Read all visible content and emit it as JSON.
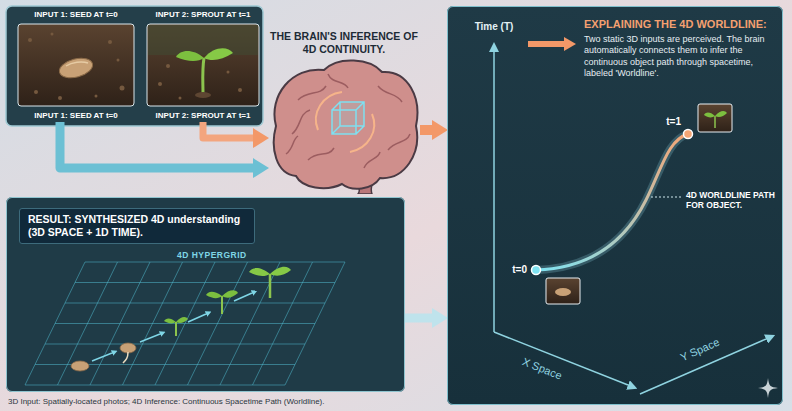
{
  "diagram": {
    "caption": "3D Input: Spatially-located photos; 4D Inference: Continuous Spacetime Path (Worldline).",
    "nodes": [
      {
        "text": [
          "INPUT 1: SEED AT t=0",
          "INPUT 1: SEED AT t=0"
        ]
      },
      {
        "text": [
          "INPUT 2: SPROUT AT t=1",
          "INPUT 2: SPROUT AT t=1"
        ]
      },
      {
        "text": [
          "THE BRAIN'S INFERENCE OF 4D CONTINUITY."
        ]
      },
      {
        "text": [
          "RESULT: SYNTHESIZED 4D understanding (3D SPACE + 1D TIME).",
          "4D HYPERGRID"
        ]
      },
      {
        "text": [
          "EXPLAINING THE 4D WORLDLINE:",
          "Two static 3D inputs are perceived. The brain automatically connects them to infer the continuous object path through spacetime, labeled 'Worldline'."
        ]
      }
    ],
    "edges": [
      {
        "from": 0,
        "to": 2,
        "arrow": "to"
      },
      {
        "from": 1,
        "to": 2,
        "arrow": "to"
      },
      {
        "from": 2,
        "to": 4,
        "arrow": "to"
      },
      {
        "from": 3,
        "to": 4,
        "arrow": "to"
      }
    ],
    "labels": [
      "Time (T)",
      "t=1",
      "4D WORLDLINE PATH FOR OBJECT.",
      "t=0",
      "X Space",
      "Y Space"
    ]
  }
}
